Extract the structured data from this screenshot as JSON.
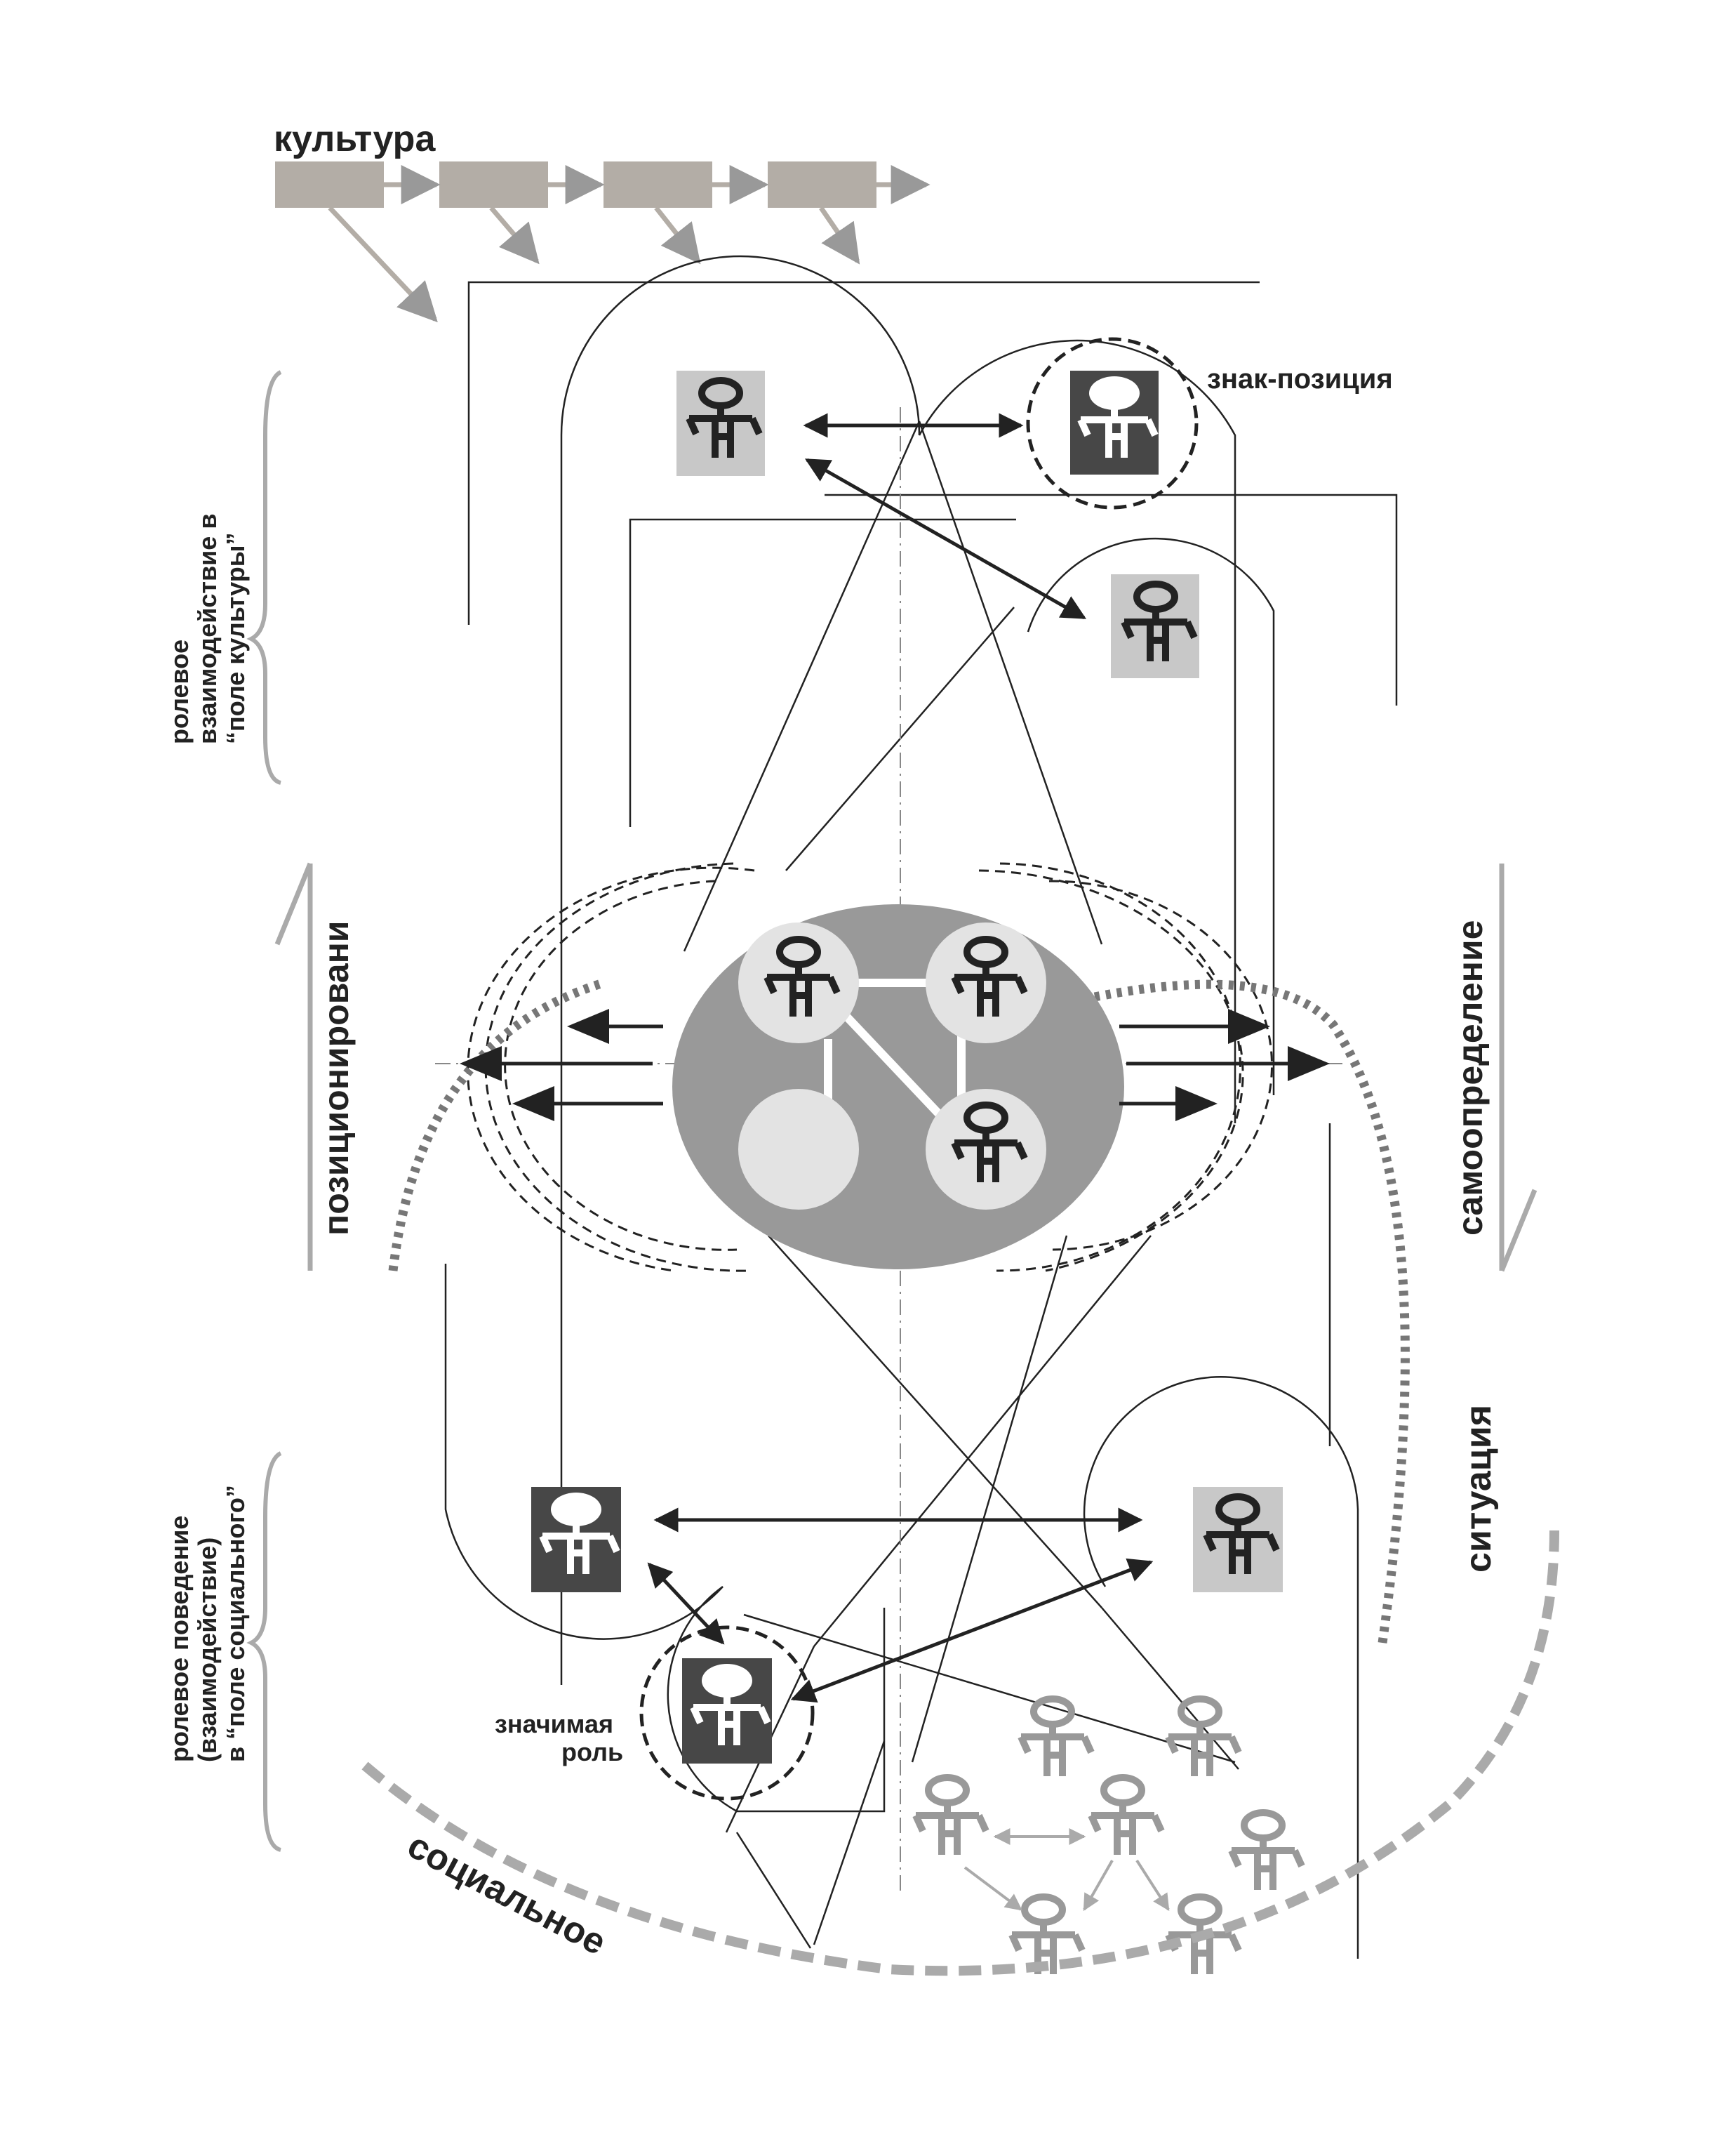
{
  "labels": {
    "culture": "культура",
    "sign_position": "знак-позиция",
    "culture_field_1": "ролевое",
    "culture_field_2": "взаимодействие в",
    "culture_field_3": "“поле культуры”",
    "positioning": "позиционировани",
    "self_determination": "самоопределение",
    "situation": "ситуация",
    "social_field_1": "ролевое поведение",
    "social_field_2": "(взаимодействие)",
    "social_field_3": "в “поле социального”",
    "significant_role_1": "значимая",
    "significant_role_2": "роль",
    "social": "социальное"
  },
  "colors": {
    "dark": "#333333",
    "dark_square": "#474747",
    "light_square": "#c8c8c8",
    "culture_block": "#b3ada6",
    "ellipse": "#999999",
    "circle": "#e3e3e3",
    "gray_dash": "#aaaaaa",
    "gray_figure": "#999999"
  },
  "icons": [
    "person-icon",
    "arrow-icon"
  ]
}
